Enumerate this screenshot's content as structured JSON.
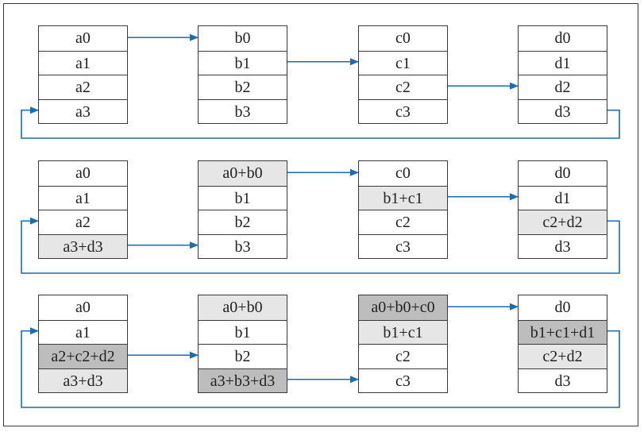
{
  "colors": {
    "wire": "#1b6cb3",
    "light_fill": "#e6e6e6",
    "dark_fill": "#bdbdbd",
    "border": "#3a3a3a"
  },
  "rows": [
    {
      "id": "r1",
      "blocks": [
        {
          "cells": [
            {
              "text": "a0"
            },
            {
              "text": "a1"
            },
            {
              "text": "a2"
            },
            {
              "text": "a3"
            }
          ]
        },
        {
          "cells": [
            {
              "text": "b0"
            },
            {
              "text": "b1"
            },
            {
              "text": "b2"
            },
            {
              "text": "b3"
            }
          ]
        },
        {
          "cells": [
            {
              "text": "c0"
            },
            {
              "text": "c1"
            },
            {
              "text": "c2"
            },
            {
              "text": "c3"
            }
          ]
        },
        {
          "cells": [
            {
              "text": "d0"
            },
            {
              "text": "d1"
            },
            {
              "text": "d2"
            },
            {
              "text": "d3"
            }
          ]
        }
      ]
    },
    {
      "id": "r2",
      "blocks": [
        {
          "cells": [
            {
              "text": "a0"
            },
            {
              "text": "a1"
            },
            {
              "text": "a2"
            },
            {
              "text": "a3+d3",
              "shade": "light"
            }
          ]
        },
        {
          "cells": [
            {
              "text": "a0+b0",
              "shade": "light"
            },
            {
              "text": "b1"
            },
            {
              "text": "b2"
            },
            {
              "text": "b3"
            }
          ]
        },
        {
          "cells": [
            {
              "text": "c0"
            },
            {
              "text": "b1+c1",
              "shade": "light"
            },
            {
              "text": "c2"
            },
            {
              "text": "c3"
            }
          ]
        },
        {
          "cells": [
            {
              "text": "d0"
            },
            {
              "text": "d1"
            },
            {
              "text": "c2+d2",
              "shade": "light"
            },
            {
              "text": "d3"
            }
          ]
        }
      ]
    },
    {
      "id": "r3",
      "blocks": [
        {
          "cells": [
            {
              "text": "a0"
            },
            {
              "text": "a1"
            },
            {
              "text": "a2+c2+d2",
              "shade": "dark"
            },
            {
              "text": "a3+d3",
              "shade": "light"
            }
          ]
        },
        {
          "cells": [
            {
              "text": "a0+b0",
              "shade": "light"
            },
            {
              "text": "b1"
            },
            {
              "text": "b2"
            },
            {
              "text": "a3+b3+d3",
              "shade": "dark"
            }
          ]
        },
        {
          "cells": [
            {
              "text": "a0+b0+c0",
              "shade": "dark"
            },
            {
              "text": "b1+c1",
              "shade": "light"
            },
            {
              "text": "c2"
            },
            {
              "text": "c3"
            }
          ]
        },
        {
          "cells": [
            {
              "text": "d0"
            },
            {
              "text": "b1+c1+d1",
              "shade": "dark"
            },
            {
              "text": "c2+d2",
              "shade": "light"
            },
            {
              "text": "d3"
            }
          ]
        }
      ]
    }
  ]
}
